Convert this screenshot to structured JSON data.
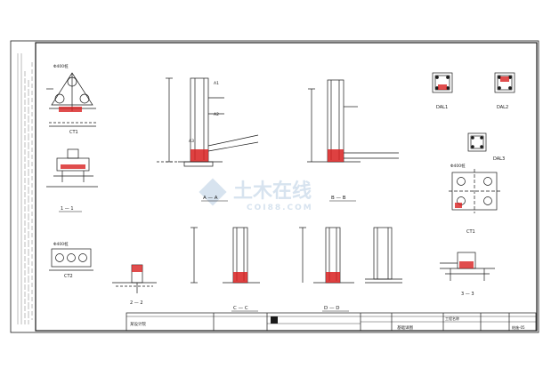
{
  "watermark": {
    "name": "土木在线",
    "url": "COI88.COM"
  },
  "colors": {
    "line": "#1a1a1a",
    "rebar": "#d82020",
    "watermark": "#d7e3ef",
    "background": "#ffffff"
  },
  "sections": {
    "aa": "A — A",
    "bb": "B — B",
    "cc": "C — C",
    "dd": "D — D",
    "one": "1 — 1",
    "two": "2 — 2",
    "three": "3 — 3"
  },
  "details": {
    "ct1": "CT1",
    "ct1_right": "CT1",
    "ct2": "CT2",
    "dal1": "DAL1",
    "dal2": "DAL2",
    "dal3": "DAL3",
    "ra1": "A1",
    "ra2": "A2",
    "ra3": "A3",
    "cap_top_left": "Φ400桩",
    "cap_mid_left": "Φ400桩",
    "cap_right": "Φ400桩"
  },
  "title_block": {
    "firm": "某设计院",
    "project_label": "工程名称",
    "drawing_title": "基础详图",
    "sheet_no": "结施-05"
  }
}
